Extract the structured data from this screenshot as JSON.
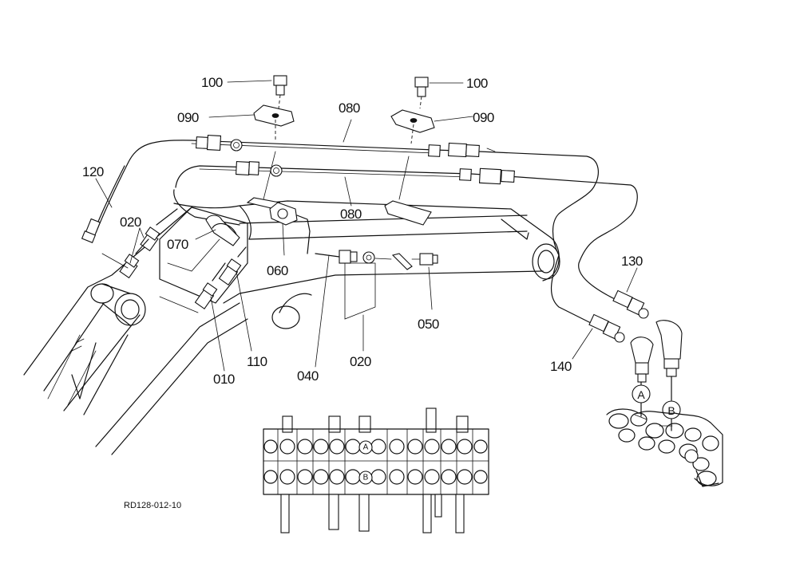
{
  "labels": {
    "p010": "010",
    "p020a": "020",
    "p020b": "020",
    "p040": "040",
    "p050": "050",
    "p060": "060",
    "p070": "070",
    "p080a": "080",
    "p080b": "080",
    "p090a": "090",
    "p090b": "090",
    "p100a": "100",
    "p100b": "100",
    "p110": "110",
    "p120": "120",
    "p130": "130",
    "p140": "140"
  },
  "ports": {
    "a": "A",
    "b": "B",
    "valve_a": "A",
    "valve_b": "B"
  },
  "drawing_code": "RD128-012-10"
}
